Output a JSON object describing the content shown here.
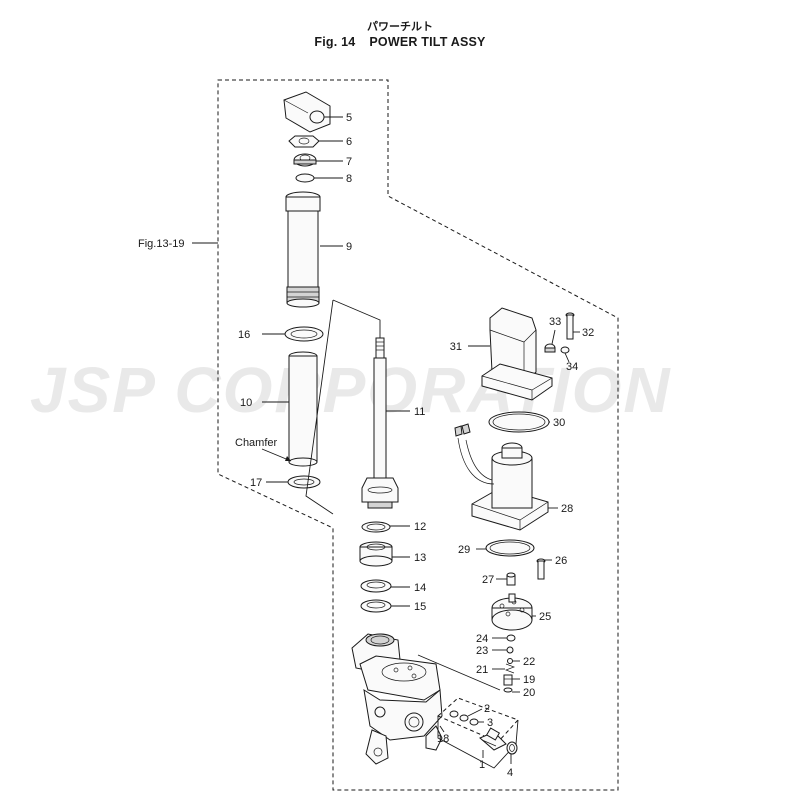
{
  "title": {
    "japanese": "パワーチルト",
    "fig_number": "Fig. 14",
    "name": "POWER TILT ASSY"
  },
  "watermark": "JSP CORPORATION",
  "reference_label": "Fig.13-19",
  "note_chamfer": "Chamfer",
  "callouts": {
    "p1": "1",
    "p2": "2",
    "p3": "3",
    "p4": "4",
    "p5": "5",
    "p6": "6",
    "p7": "7",
    "p8": "8",
    "p9": "9",
    "p10": "10",
    "p11": "11",
    "p12": "12",
    "p13": "13",
    "p14": "14",
    "p15": "15",
    "p16": "16",
    "p17": "17",
    "p18": "18",
    "p19": "19",
    "p20": "20",
    "p21": "21",
    "p22": "22",
    "p23": "23",
    "p24": "24",
    "p25": "25",
    "p26": "26",
    "p27": "27",
    "p28": "28",
    "p29": "29",
    "p30": "30",
    "p31": "31",
    "p32": "32",
    "p33": "33",
    "p34": "34"
  },
  "colors": {
    "line": "#1a1a1a",
    "watermark": "#e9e9e9",
    "background": "#ffffff"
  }
}
